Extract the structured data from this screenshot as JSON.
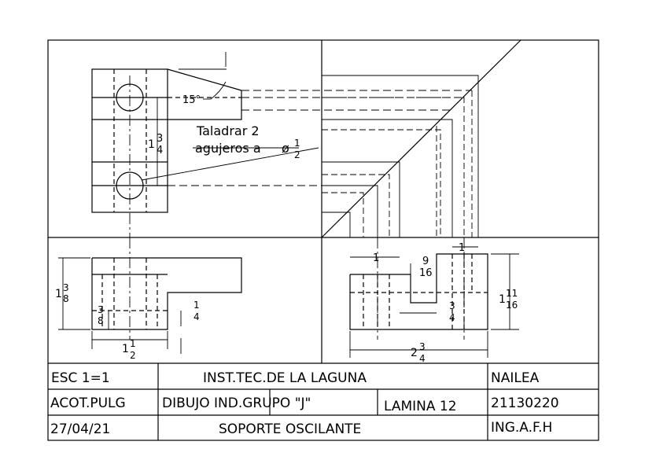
{
  "notes": {
    "angle": "15°",
    "drill_line1": "Taladrar 2",
    "drill_line2": "agujeros a",
    "diameter_symbol": "ø",
    "drill_num": "1",
    "drill_den": "2"
  },
  "dims": {
    "top_view_spacing": {
      "whole": "1",
      "num": "3",
      "den": "4"
    },
    "front_height": {
      "whole": "1",
      "num": "3",
      "den": "8"
    },
    "front_inner": {
      "num": "3",
      "den": "8"
    },
    "front_step": {
      "num": "1",
      "den": "4"
    },
    "front_width": {
      "whole": "1",
      "num": "1",
      "den": "2"
    },
    "side_left": "1",
    "side_top": "1",
    "side_slot": {
      "num": "9",
      "den": "16"
    },
    "side_inner": {
      "num": "3",
      "den": "4"
    },
    "side_height": {
      "whole": "1",
      "num": "11",
      "den": "16"
    },
    "side_width": {
      "whole": "2",
      "num": "3",
      "den": "4"
    }
  },
  "title_block": {
    "scale": "ESC 1=1",
    "institution": "INST.TEC.DE LA LAGUNA",
    "student": "NAILEA",
    "units": "ACOT.PULG",
    "drawing": "DIBUJO IND.GRUPO \"J\"",
    "sheet": "LAMINA 12",
    "student_id": "21130220",
    "date": "27/04/21",
    "title": "SOPORTE OSCILANTE",
    "teacher": "ING.A.F.H"
  }
}
